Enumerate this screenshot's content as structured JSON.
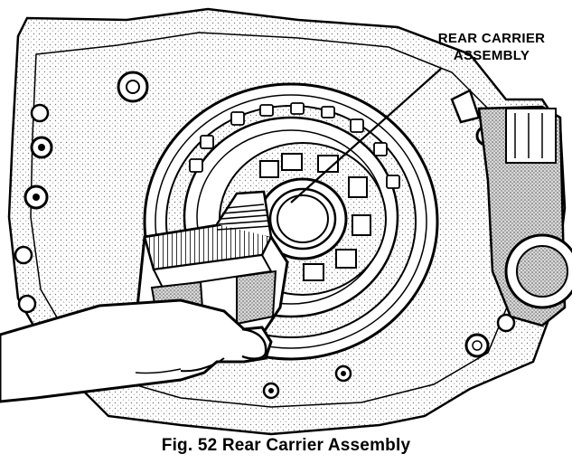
{
  "figure": {
    "caption": "Fig. 52 Rear Carrier Assembly",
    "callout": {
      "line1": "REAR CARRIER",
      "line2": "ASSEMBLY"
    }
  }
}
